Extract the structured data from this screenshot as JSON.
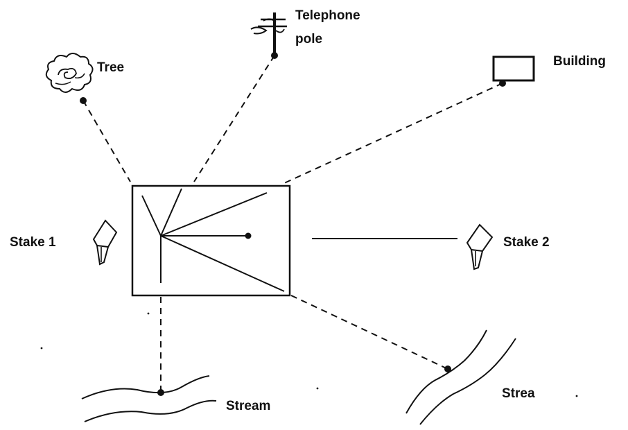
{
  "labels": {
    "tree": "Tree",
    "telephone_pole_line1": "Telephone",
    "telephone_pole_line2": "pole",
    "building": "Building",
    "stake_1": "Stake 1",
    "stake_2": "Stake 2",
    "stream_left": "Stream",
    "stream_right": "Strea"
  },
  "icons": [
    "tree-icon",
    "telephone-pole-icon",
    "building-icon",
    "stake-icon",
    "stream-icon",
    "plot-box"
  ],
  "colors": {
    "ink": "#111111",
    "background": "#ffffff"
  }
}
